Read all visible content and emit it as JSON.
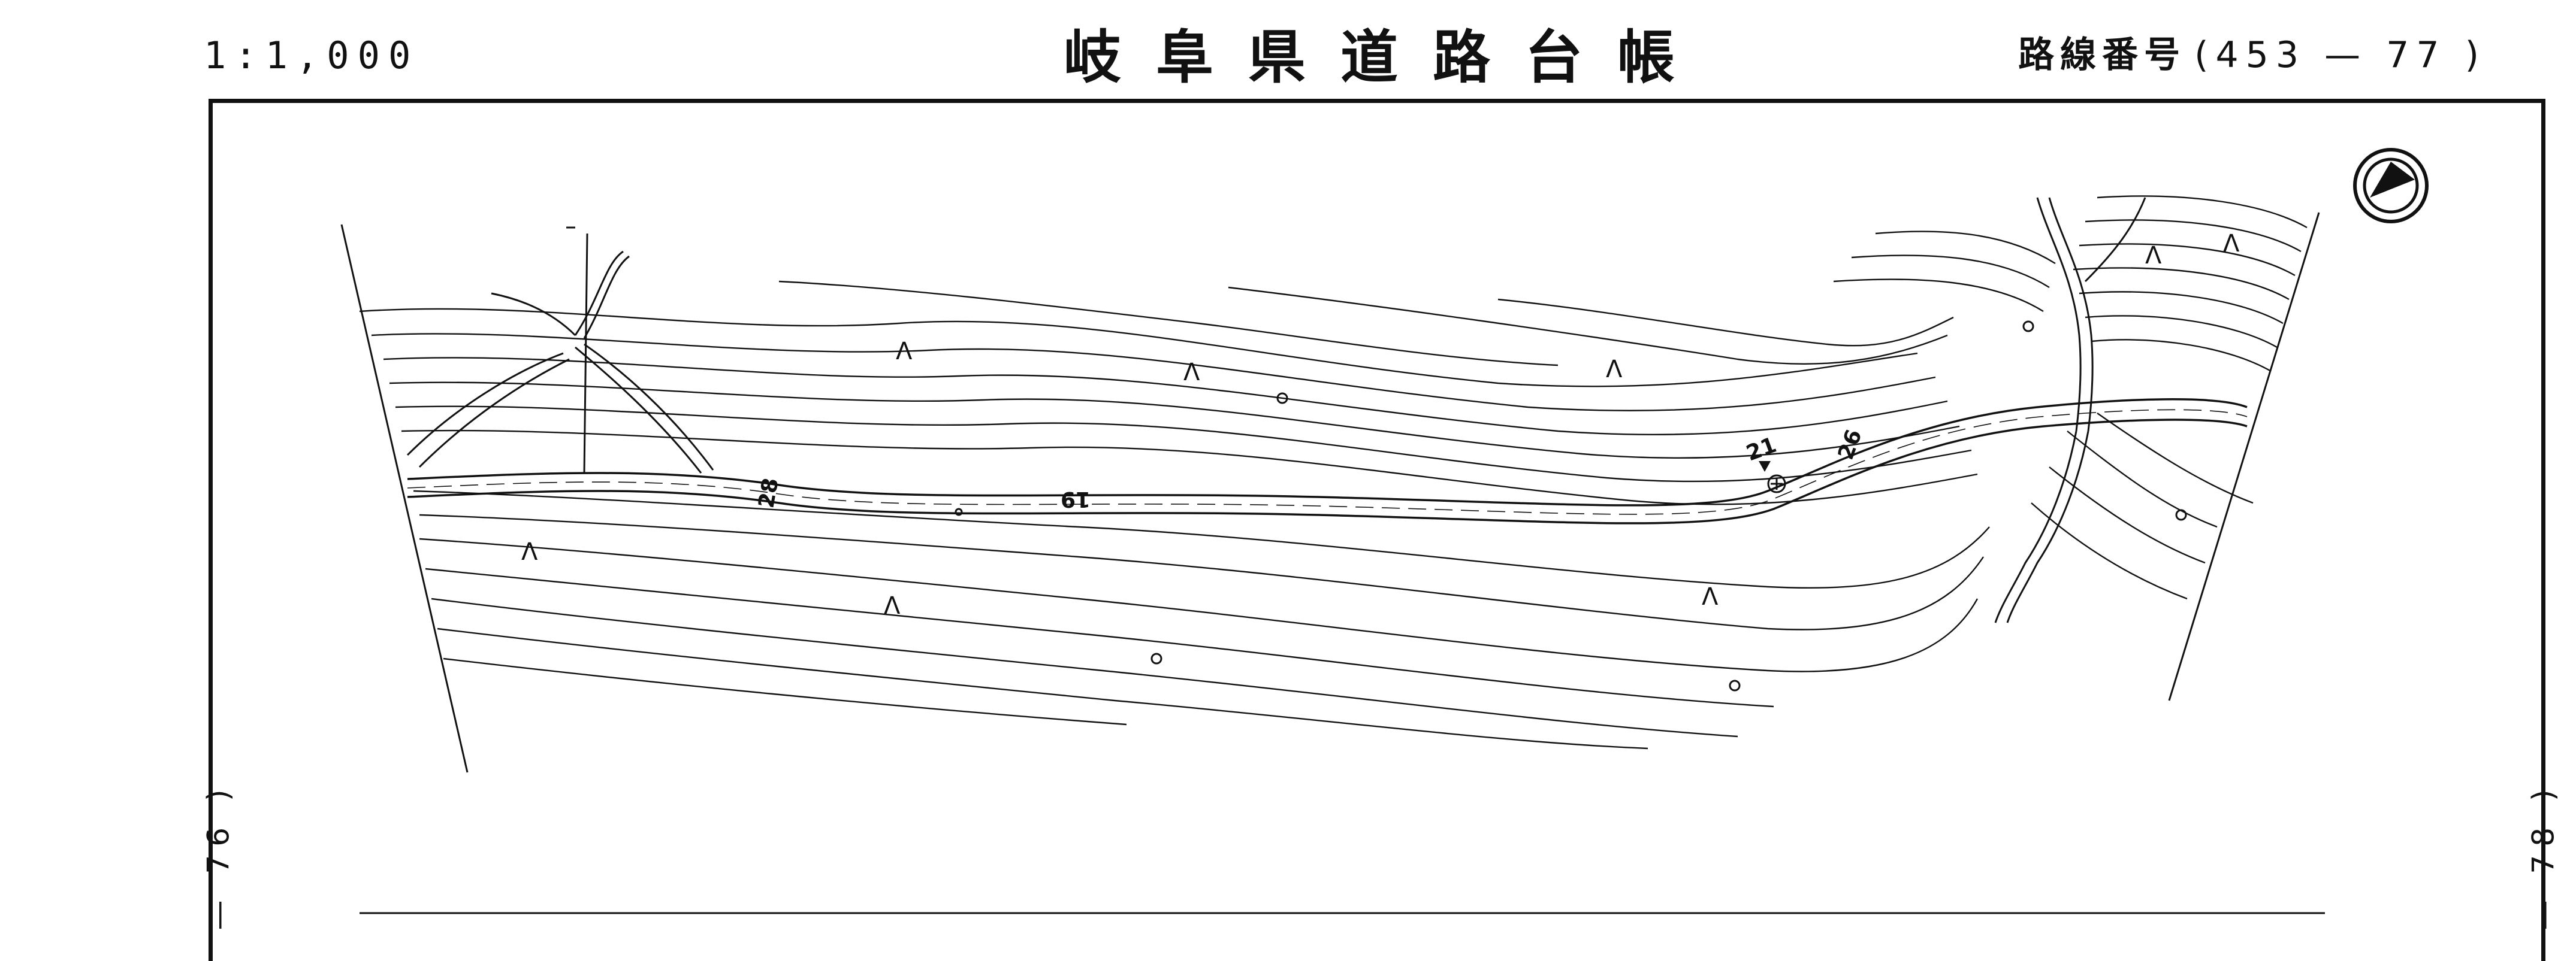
{
  "header": {
    "scale": "1:1,000",
    "title": "岐阜県道路台帳",
    "route_label": "路線番号",
    "route_number": "(453 — 77 )"
  },
  "side_labels": {
    "left": "— 76 )",
    "right": "— 78 )"
  },
  "map": {
    "road_markers": [
      "28",
      "19",
      "21",
      "26"
    ],
    "land_symbols": [
      "Λ",
      "Λ",
      "Λ",
      "Λ",
      "Λ",
      "Λ",
      "Λ",
      "Λ"
    ]
  },
  "colors": {
    "ink": "#111111",
    "paper": "#ffffff"
  },
  "icons": {
    "north_arrow": "north-arrow-icon"
  }
}
